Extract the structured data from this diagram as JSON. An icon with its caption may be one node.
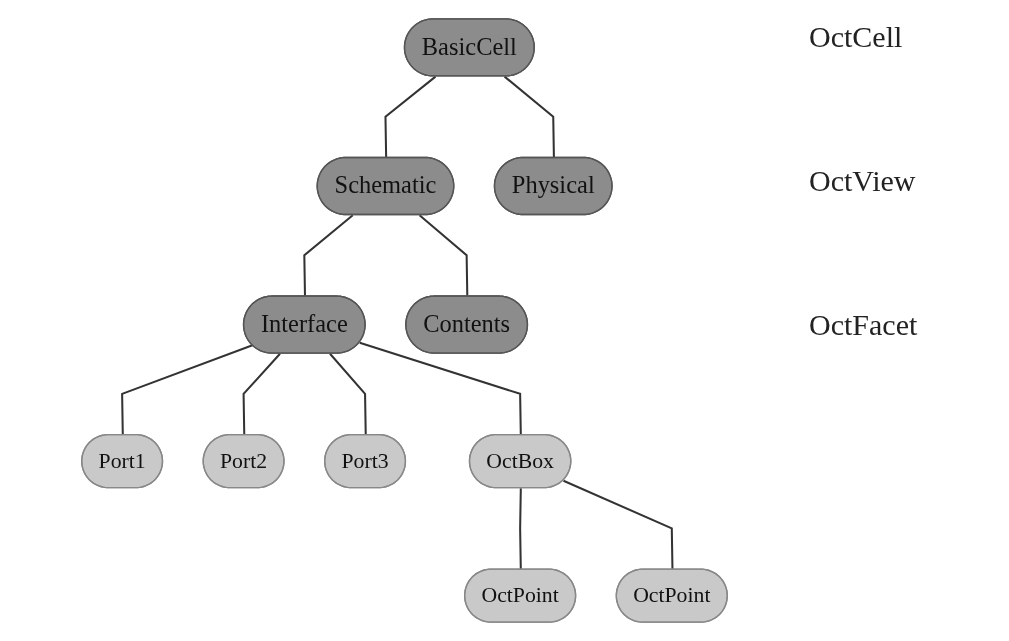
{
  "diagram": {
    "nodes": [
      {
        "text": [
          "BasicCell"
        ]
      },
      {
        "text": [
          "Schematic"
        ]
      },
      {
        "text": [
          "Physical"
        ]
      },
      {
        "text": [
          "Interface"
        ]
      },
      {
        "text": [
          "Contents"
        ]
      },
      {
        "text": [
          "Port1"
        ]
      },
      {
        "text": [
          "Port2"
        ]
      },
      {
        "text": [
          "Port3"
        ]
      },
      {
        "text": [
          "OctBox"
        ]
      },
      {
        "text": [
          "OctPoint"
        ]
      },
      {
        "text": [
          "OctPoint"
        ]
      }
    ],
    "edges": [
      {
        "from": 0,
        "to": 1,
        "arrow": "none"
      },
      {
        "from": 0,
        "to": 2,
        "arrow": "none"
      },
      {
        "from": 1,
        "to": 3,
        "arrow": "none"
      },
      {
        "from": 1,
        "to": 4,
        "arrow": "none"
      },
      {
        "from": 3,
        "to": 5,
        "arrow": "none"
      },
      {
        "from": 3,
        "to": 6,
        "arrow": "none"
      },
      {
        "from": 3,
        "to": 7,
        "arrow": "none"
      },
      {
        "from": 3,
        "to": 8,
        "arrow": "none"
      },
      {
        "from": 8,
        "to": 9,
        "arrow": "none"
      },
      {
        "from": 8,
        "to": 10,
        "arrow": "none"
      }
    ],
    "labels": [
      "OctCell",
      "OctView",
      "OctFacet"
    ]
  }
}
